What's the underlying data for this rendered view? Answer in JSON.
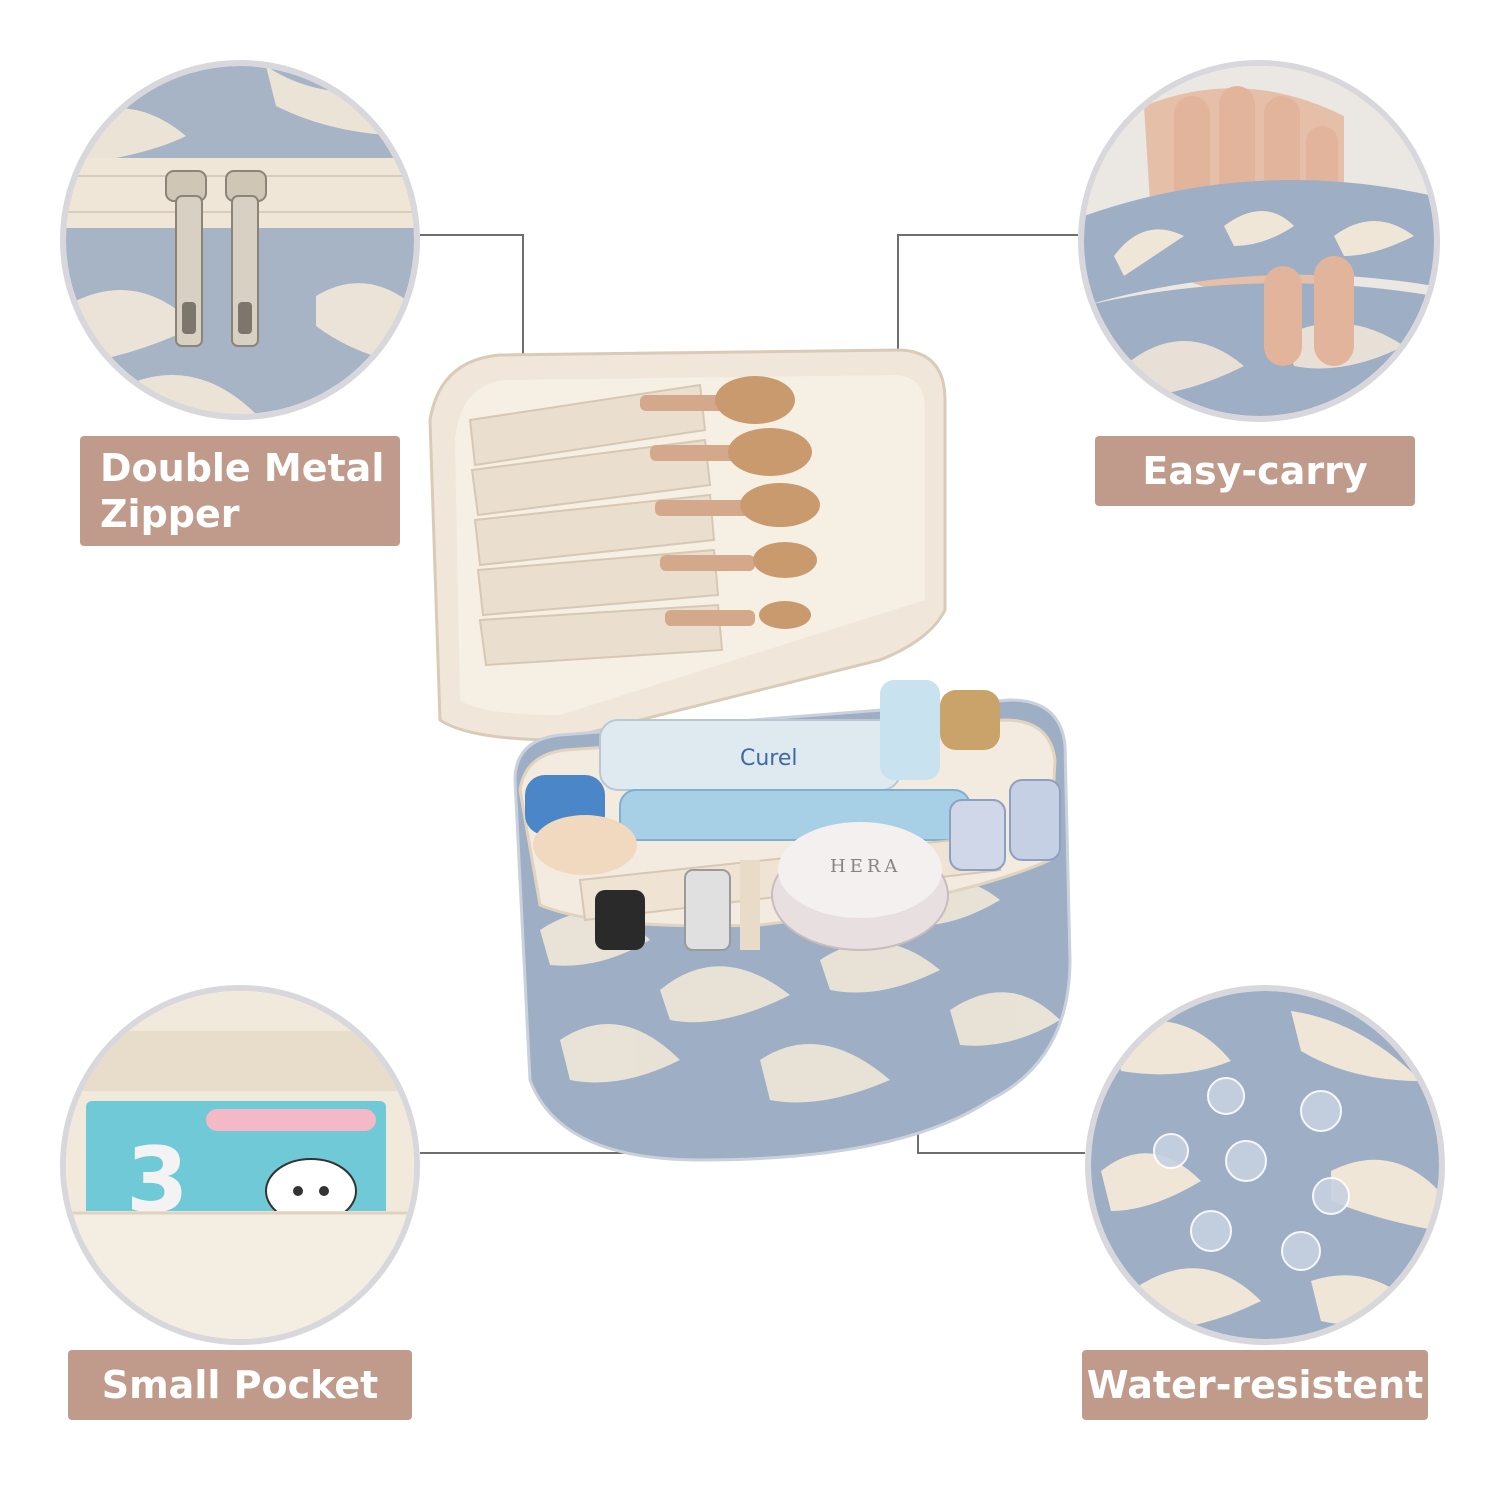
{
  "features": {
    "top_left": {
      "label_line1": "Double Metal",
      "label_line2": "Zipper"
    },
    "top_right": {
      "label": "Easy-carry"
    },
    "bottom_left": {
      "label": "Small Pocket"
    },
    "bottom_right": {
      "label": "Water-resistent"
    }
  },
  "product_print": {
    "jar_label": "HERA",
    "bottle_label": "Curel",
    "pouch_number": "3"
  },
  "colors": {
    "label_bg": "#c09b8b",
    "fabric_blue": "#9eaec4",
    "cream": "#efe6d8",
    "connector": "#6e6e6e"
  }
}
